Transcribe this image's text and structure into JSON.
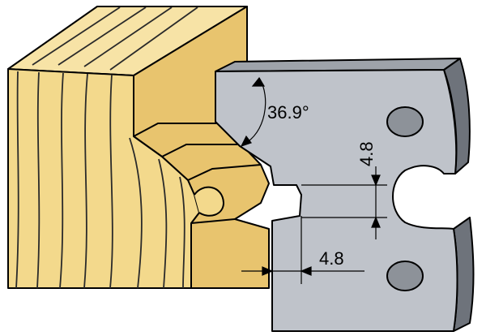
{
  "annotations": {
    "angle": "36.9°",
    "depth_vertical": "4.8",
    "depth_horizontal": "4.8"
  },
  "colors": {
    "wood_face": "#F3D98C",
    "wood_top": "#F7E3A6",
    "wood_shadow": "#E8C46E",
    "grain": "#2a2a2a",
    "knife_face": "#BFC3CA",
    "knife_side": "#6E737B",
    "hole": "#8D9299",
    "outline": "#000000"
  }
}
